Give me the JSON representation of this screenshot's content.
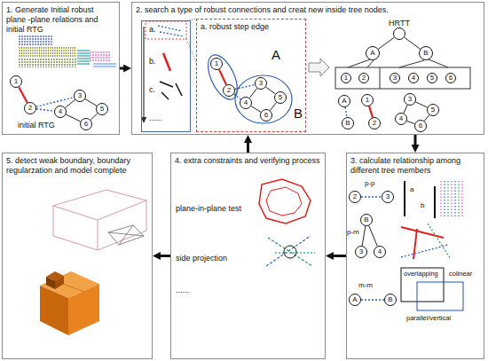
{
  "diagram": {
    "nodes": [
      {
        "text": [
          "1. Generate Initial robust plane -plane relations and initial RTG",
          "initial RTG"
        ]
      },
      {
        "text": [
          "1"
        ],
        "in": 0
      },
      {
        "text": [
          "2"
        ],
        "in": 0
      },
      {
        "text": [
          "3"
        ],
        "in": 0
      },
      {
        "text": [
          "4"
        ],
        "in": 0
      },
      {
        "text": [
          "5"
        ],
        "in": 0
      },
      {
        "text": [
          "6"
        ],
        "in": 0
      },
      {
        "text": [
          "2. search a type of robust connections and creat new inside tree nodes."
        ]
      },
      {
        "text": [
          "a.",
          "b.",
          "c.",
          "......"
        ],
        "in": 7
      },
      {
        "text": [
          "a. robust step edge"
        ],
        "in": 7
      },
      {
        "text": [
          "1"
        ],
        "in": 9
      },
      {
        "text": [
          "2"
        ],
        "in": 9
      },
      {
        "text": [
          "3"
        ],
        "in": 9
      },
      {
        "text": [
          "4"
        ],
        "in": 9
      },
      {
        "text": [
          "5"
        ],
        "in": 9
      },
      {
        "text": [
          "6"
        ],
        "in": 9
      },
      {
        "text": [
          "HRTT"
        ],
        "in": 7
      },
      {
        "text": [
          "A"
        ],
        "in": 7
      },
      {
        "text": [
          "B"
        ],
        "in": 7
      },
      {
        "text": [
          "1"
        ],
        "in": 7
      },
      {
        "text": [
          "2"
        ],
        "in": 7
      },
      {
        "text": [
          "3"
        ],
        "in": 7
      },
      {
        "text": [
          "4"
        ],
        "in": 7
      },
      {
        "text": [
          "5"
        ],
        "in": 7
      },
      {
        "text": [
          "6"
        ],
        "in": 7
      },
      {
        "text": [
          "A"
        ],
        "in": 7
      },
      {
        "text": [
          "B"
        ],
        "in": 7
      },
      {
        "text": [
          "1"
        ],
        "in": 7
      },
      {
        "text": [
          "2"
        ],
        "in": 7
      },
      {
        "text": [
          "3"
        ],
        "in": 7
      },
      {
        "text": [
          "4"
        ],
        "in": 7
      },
      {
        "text": [
          "5"
        ],
        "in": 7
      },
      {
        "text": [
          "6"
        ],
        "in": 7
      },
      {
        "text": [
          "3. calculate relationship among different tree members"
        ]
      },
      {
        "text": [
          "2"
        ],
        "in": 33
      },
      {
        "text": [
          "3"
        ],
        "in": 33
      },
      {
        "text": [
          "B"
        ],
        "in": 33
      },
      {
        "text": [
          "3"
        ],
        "in": 33
      },
      {
        "text": [
          "4"
        ],
        "in": 33
      },
      {
        "text": [
          "A"
        ],
        "in": 33
      },
      {
        "text": [
          "B"
        ],
        "in": 33
      },
      {
        "text": [
          "4. extra constraints and verifying process",
          "plane-in-plane test",
          "side projection",
          "......"
        ]
      },
      {
        "text": [
          "5. detect weak boundary, boundary regularzation and model complete"
        ]
      }
    ],
    "edges": [
      {
        "from": 0,
        "to": 7,
        "arrow": "to"
      },
      {
        "from": 7,
        "to": 33,
        "arrow": "to"
      },
      {
        "from": 33,
        "to": 41,
        "arrow": "to"
      },
      {
        "from": 41,
        "to": 7,
        "arrow": "to"
      },
      {
        "from": 41,
        "to": 42,
        "arrow": "to"
      },
      {
        "from": 1,
        "to": 2,
        "arrow": "none"
      },
      {
        "from": 2,
        "to": 3,
        "arrow": "none"
      },
      {
        "from": 2,
        "to": 4,
        "arrow": "none"
      },
      {
        "from": 3,
        "to": 4,
        "arrow": "none"
      },
      {
        "from": 3,
        "to": 5,
        "arrow": "none"
      },
      {
        "from": 4,
        "to": 6,
        "arrow": "none"
      },
      {
        "from": 5,
        "to": 6,
        "arrow": "none"
      },
      {
        "from": 10,
        "to": 11,
        "arrow": "none"
      },
      {
        "from": 11,
        "to": 12,
        "arrow": "none"
      },
      {
        "from": 11,
        "to": 13,
        "arrow": "none"
      },
      {
        "from": 12,
        "to": 13,
        "arrow": "none"
      },
      {
        "from": 12,
        "to": 14,
        "arrow": "none"
      },
      {
        "from": 13,
        "to": 15,
        "arrow": "none"
      },
      {
        "from": 14,
        "to": 15,
        "arrow": "none"
      },
      {
        "from": 16,
        "to": 17,
        "arrow": "none"
      },
      {
        "from": 16,
        "to": 18,
        "arrow": "none"
      },
      {
        "from": 25,
        "to": 26,
        "arrow": "none"
      },
      {
        "from": 27,
        "to": 28,
        "arrow": "none"
      },
      {
        "from": 29,
        "to": 30,
        "arrow": "none"
      },
      {
        "from": 29,
        "to": 31,
        "arrow": "none"
      },
      {
        "from": 30,
        "to": 32,
        "arrow": "none"
      },
      {
        "from": 31,
        "to": 32,
        "arrow": "none"
      },
      {
        "from": 34,
        "to": 35,
        "arrow": "none"
      },
      {
        "from": 36,
        "to": 37,
        "arrow": "none"
      },
      {
        "from": 36,
        "to": 38,
        "arrow": "none"
      },
      {
        "from": 39,
        "to": 40,
        "arrow": "none"
      }
    ],
    "labels": [
      "A",
      "B",
      "p-p",
      "p-m",
      "m-m",
      "a",
      "b",
      "overlapping",
      "colinear",
      "parallel/vertical"
    ]
  }
}
